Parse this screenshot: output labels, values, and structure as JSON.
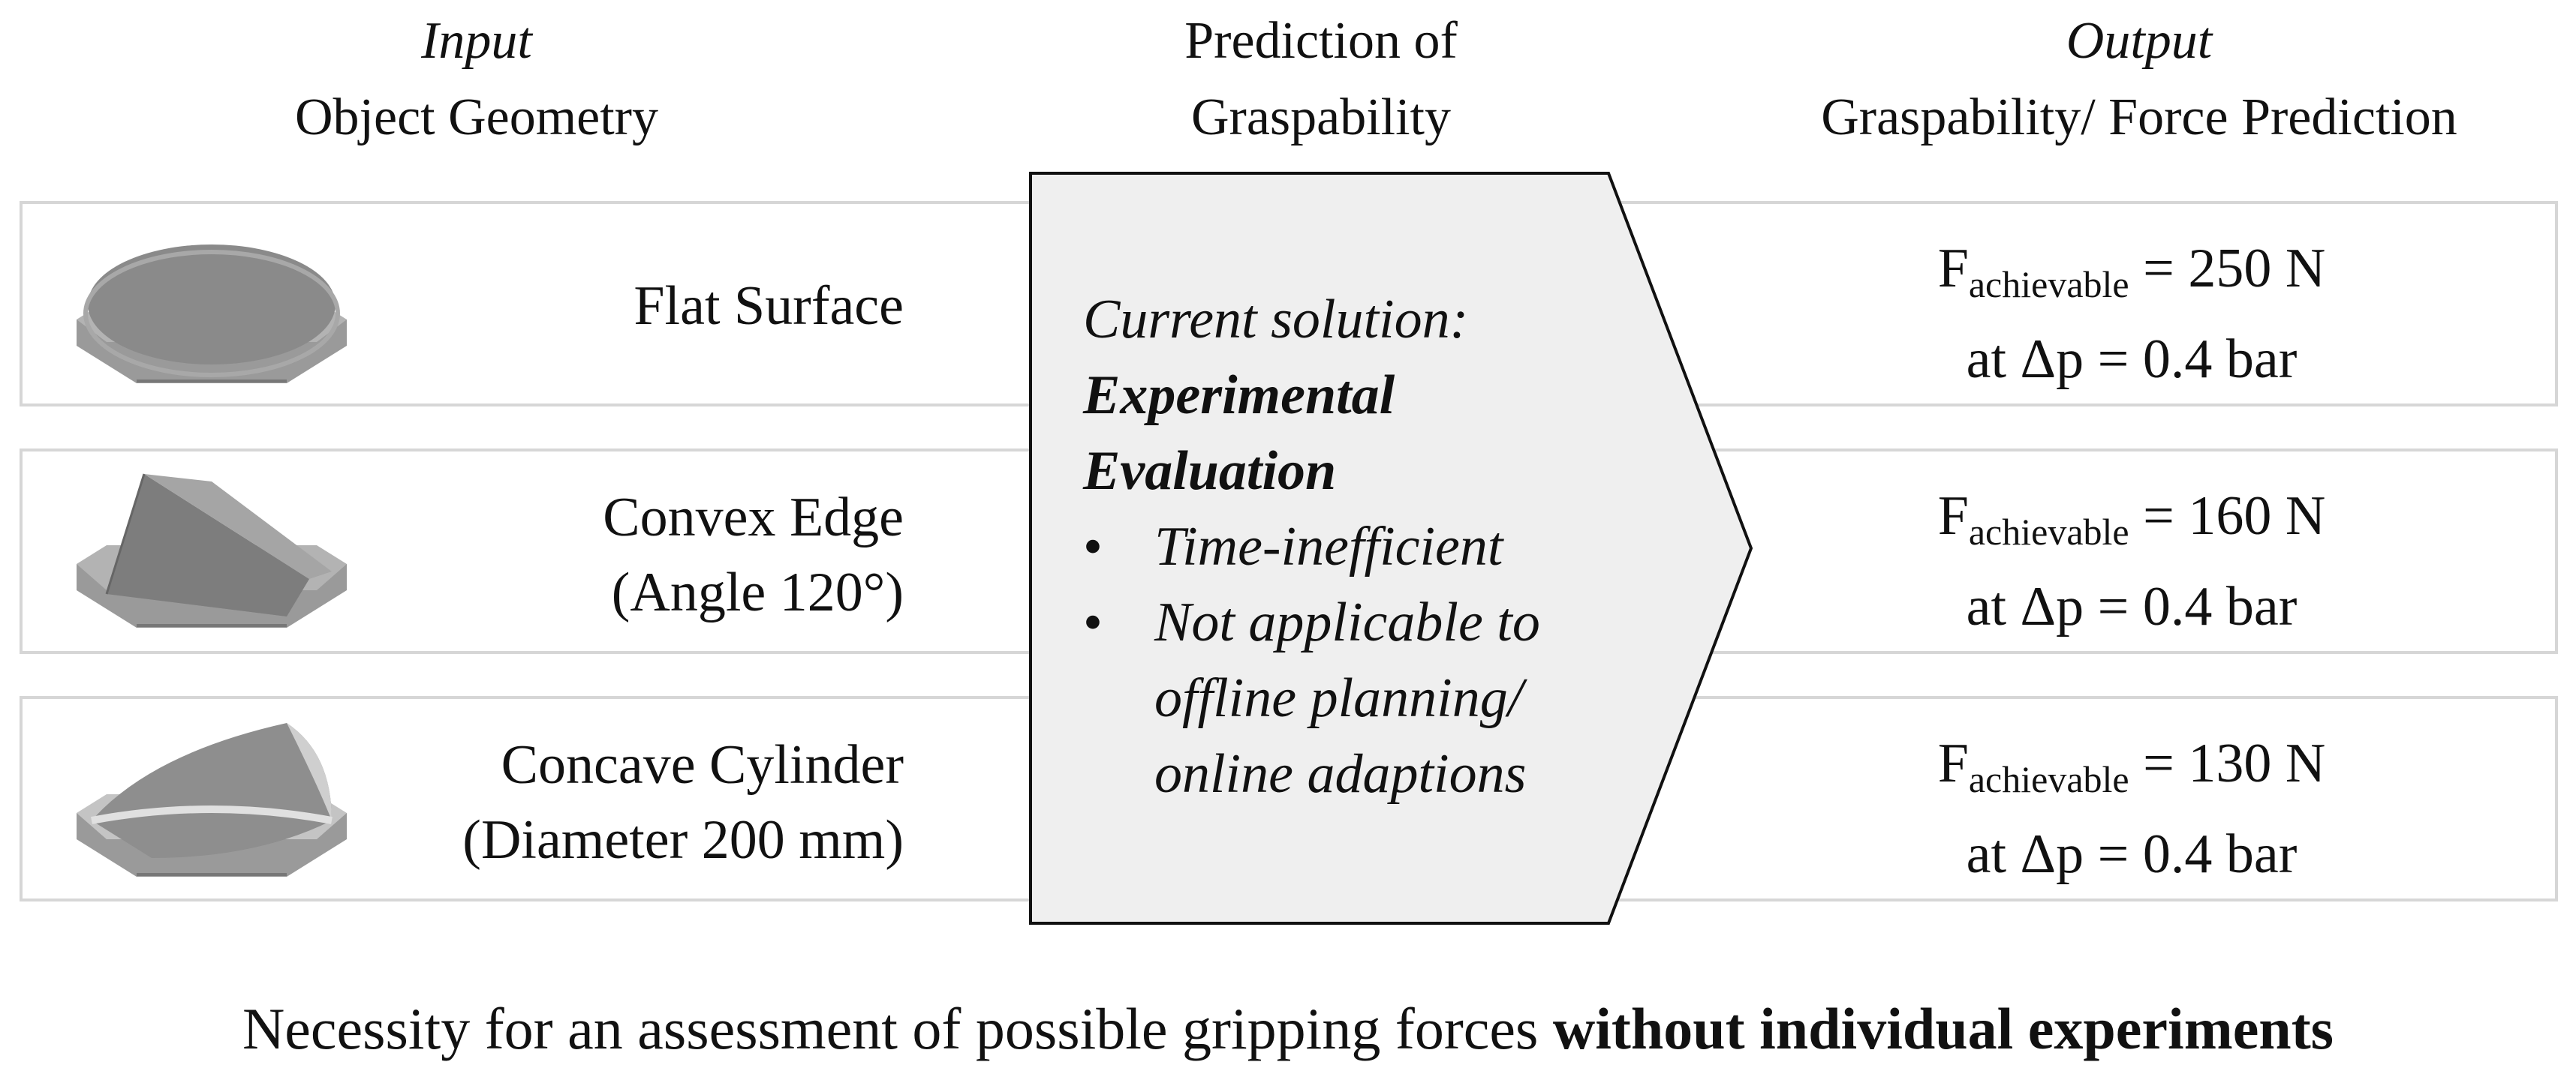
{
  "headers": {
    "input": {
      "line1": "Input",
      "line2": "Object Geometry"
    },
    "prediction": {
      "line1": "Prediction of",
      "line2": "Graspability"
    },
    "output": {
      "line1": "Output",
      "line2": "Graspability/ Force Prediction"
    }
  },
  "rows": [
    {
      "geometry": [
        "Flat Surface"
      ],
      "force_symbol": "F",
      "force_sub": "achievable",
      "force_value": "= 250 N",
      "pressure": "at Δp = 0.4 bar"
    },
    {
      "geometry": [
        "Convex Edge",
        "(Angle 120°)"
      ],
      "force_symbol": "F",
      "force_sub": "achievable",
      "force_value": "= 160 N",
      "pressure": "at Δp = 0.4 bar"
    },
    {
      "geometry": [
        "Concave Cylinder",
        "(Diameter 200 mm)"
      ],
      "force_symbol": "F",
      "force_sub": "achievable",
      "force_value": "= 130 N",
      "pressure": "at Δp = 0.4 bar"
    }
  ],
  "prediction_box": {
    "current": "Current solution:",
    "method": "Experimental Evaluation",
    "bullets": [
      [
        "Time-inefficient"
      ],
      [
        "Not applicable to",
        "offline planning/",
        "online adaptions"
      ]
    ],
    "bullet_glyph": "•"
  },
  "footer": {
    "normal": "Necessity for an assessment of possible gripping forces ",
    "bold": "without individual experiments"
  },
  "colors": {
    "box_fill": "#efefef",
    "row_border": "#d6d6d6",
    "object_gray": "#8a8a8a"
  }
}
